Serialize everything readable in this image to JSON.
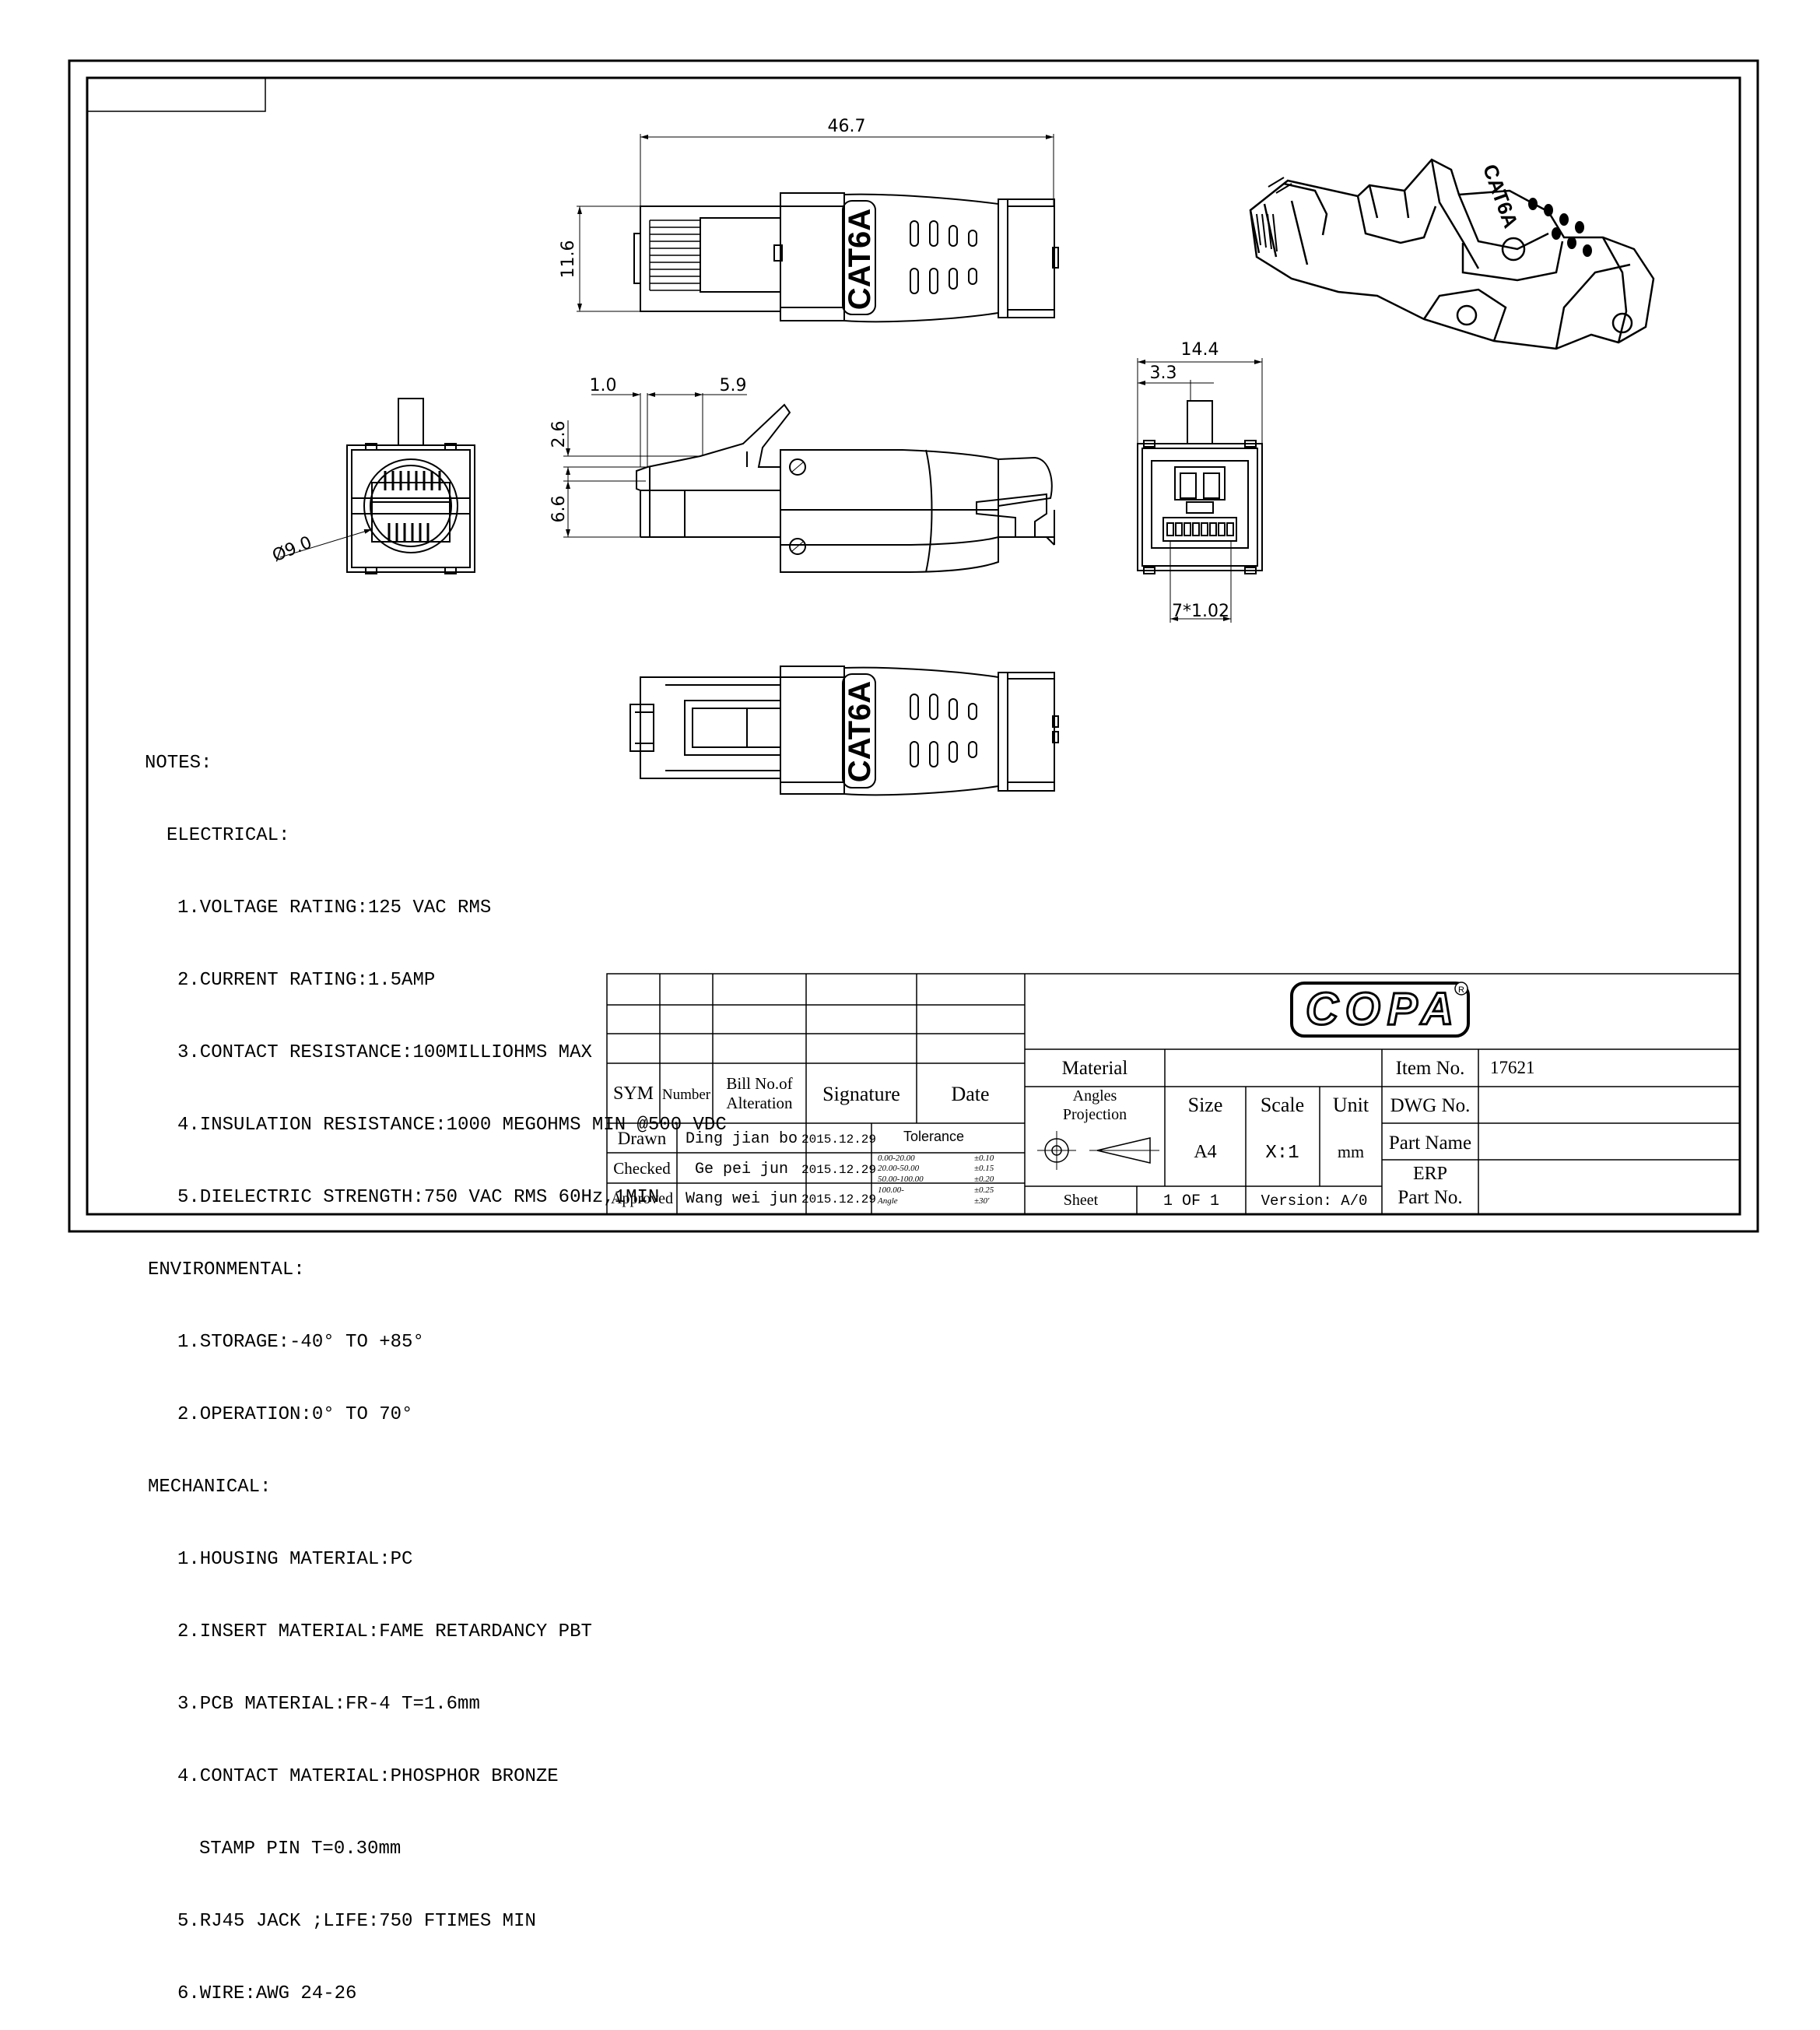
{
  "dimensions": {
    "top_width": "46.7",
    "top_height": "11.6",
    "side_1_0": "1.0",
    "side_5_9": "5.9",
    "side_2_6": "2.6",
    "side_6_6": "6.6",
    "front_diameter": "Ø9.0",
    "rear_width": "14.4",
    "rear_3_3": "3.3",
    "rear_pitch": "7*1.02"
  },
  "body_label": "CAT6A",
  "notes": {
    "heading": "NOTES:",
    "electrical_title": "ELECTRICAL:",
    "electrical": [
      "1.VOLTAGE RATING:125 VAC RMS",
      "2.CURRENT RATING:1.5AMP",
      "3.CONTACT RESISTANCE:100MILLIOHMS MAX",
      "4.INSULATION RESISTANCE:1000 MEGOHMS MIN @500 VDC",
      "5.DIELECTRIC STRENGTH:750 VAC RMS 60Hz,1MIN"
    ],
    "environmental_title": "ENVIRONMENTAL:",
    "environmental": [
      "1.STORAGE:-40° TO +85°",
      "2.OPERATION:0° TO 70°"
    ],
    "mechanical_title": "MECHANICAL:",
    "mechanical": [
      "1.HOUSING MATERIAL:PC",
      "2.INSERT MATERIAL:FAME RETARDANCY PBT",
      "3.PCB MATERIAL:FR-4 T=1.6mm",
      "4.CONTACT MATERIAL:PHOSPHOR BRONZE",
      "STAMP PIN T=0.30mm",
      "5.RJ45 JACK ;LIFE:750 FTIMES MIN",
      "6.WIRE:AWG 24-26"
    ]
  },
  "title_block": {
    "logo": "COPA",
    "col_sym": "SYM",
    "col_number": "Number",
    "col_bill_1": "Bill No.of",
    "col_bill_2": "Alteration",
    "col_signature": "Signature",
    "col_date": "Date",
    "drawn_label": "Drawn",
    "drawn_name": "Ding jian bo",
    "drawn_date": "2015.12.29",
    "checked_label": "Checked",
    "checked_name": "Ge pei jun",
    "checked_date": "2015.12.29",
    "approved_label": "Approved",
    "approved_name": "Wang wei jun",
    "approved_date": "2015.12.29",
    "tolerance_title": "Tolerance",
    "tolerance_rows": [
      {
        "range": "0.00-20.00",
        "value": "±0.10"
      },
      {
        "range": "20.00-50.00",
        "value": "±0.15"
      },
      {
        "range": "50.00-100.00",
        "value": "±0.20"
      },
      {
        "range": "100.00-",
        "value": "±0.25"
      },
      {
        "range": "Angle",
        "value": "±30'"
      }
    ],
    "material_label": "Material",
    "angles_1": "Angles",
    "angles_2": "Projection",
    "size_label": "Size",
    "size_value": "A4",
    "scale_label": "Scale",
    "scale_value": "X:1",
    "unit_label": "Unit",
    "unit_value": "mm",
    "sheet_label": "Sheet",
    "sheet_value": "1 OF 1",
    "version": "Version: A/0",
    "item_no_label": "Item No.",
    "item_no_value": "17621",
    "dwg_no_label": "DWG No.",
    "part_name_label": "Part Name",
    "erp_1": "ERP",
    "erp_2": "Part No."
  }
}
